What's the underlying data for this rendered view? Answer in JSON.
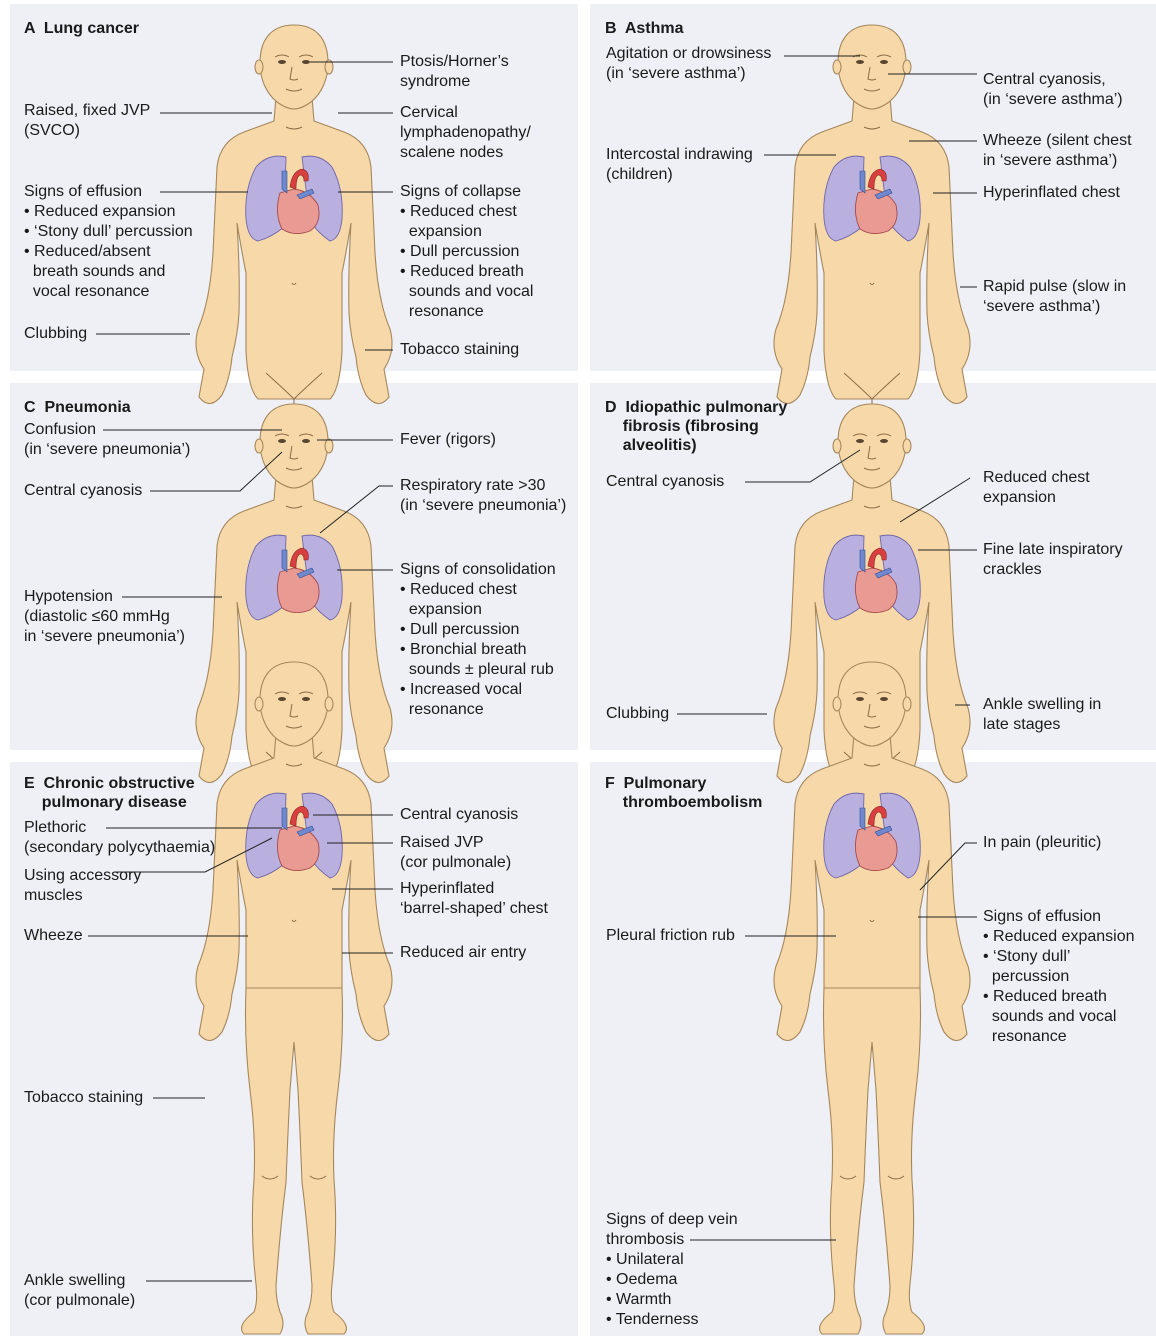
{
  "panels": [
    {
      "id": "A",
      "title": "A  Lung cancer",
      "labels": [
        {
          "name": "ptosis-horners",
          "text": "Ptosis/Horner’s\nsyndrome"
        },
        {
          "name": "raised-fixed-jvp",
          "text": "Raised, fixed JVP\n(SVCO)"
        },
        {
          "name": "cervical-lymphadenopathy",
          "text": "Cervical\nlymphadenopathy/\nscalene nodes"
        },
        {
          "name": "signs-of-effusion",
          "text": "Signs of effusion\n• Reduced expansion\n• ‘Stony dull’ percussion\n• Reduced/absent\n  breath sounds and\n  vocal resonance"
        },
        {
          "name": "signs-of-collapse",
          "text": "Signs of collapse\n• Reduced chest\n  expansion\n• Dull percussion\n• Reduced breath\n  sounds and vocal\n  resonance"
        },
        {
          "name": "clubbing",
          "text": "Clubbing"
        },
        {
          "name": "tobacco-staining",
          "text": "Tobacco staining"
        }
      ]
    },
    {
      "id": "B",
      "title": "B  Asthma",
      "labels": [
        {
          "name": "agitation-drowsiness",
          "text": "Agitation or drowsiness\n(in ‘severe asthma’)"
        },
        {
          "name": "central-cyanosis",
          "text": "Central cyanosis,\n(in ‘severe asthma’)"
        },
        {
          "name": "wheeze",
          "text": "Wheeze (silent chest\nin ‘severe asthma’)"
        },
        {
          "name": "intercostal-indrawing",
          "text": "Intercostal indrawing\n(children)"
        },
        {
          "name": "hyperinflated-chest",
          "text": "Hyperinflated chest"
        },
        {
          "name": "rapid-pulse",
          "text": "Rapid pulse (slow in\n‘severe asthma’)"
        }
      ]
    },
    {
      "id": "C",
      "title": "C  Pneumonia",
      "labels": [
        {
          "name": "confusion",
          "text": "Confusion\n(in ‘severe pneumonia’)"
        },
        {
          "name": "fever",
          "text": "Fever (rigors)"
        },
        {
          "name": "central-cyanosis",
          "text": "Central cyanosis"
        },
        {
          "name": "respiratory-rate",
          "text": "Respiratory rate >30\n(in ‘severe pneumonia’)"
        },
        {
          "name": "signs-of-consolidation",
          "text": "Signs of consolidation\n• Reduced chest\n  expansion\n• Dull percussion\n• Bronchial breath\n  sounds ± pleural rub\n• Increased vocal\n  resonance"
        },
        {
          "name": "hypotension",
          "text": "Hypotension\n(diastolic ≤60 mmHg\nin ‘severe pneumonia’)"
        }
      ]
    },
    {
      "id": "D",
      "title": "D  Idiopathic pulmonary\n    fibrosis (fibrosing\n    alveolitis)",
      "labels": [
        {
          "name": "central-cyanosis",
          "text": "Central cyanosis"
        },
        {
          "name": "reduced-chest-expansion",
          "text": "Reduced chest\nexpansion"
        },
        {
          "name": "fine-late-crackles",
          "text": "Fine late inspiratory\ncrackles"
        },
        {
          "name": "clubbing",
          "text": "Clubbing"
        },
        {
          "name": "ankle-swelling",
          "text": "Ankle swelling in\nlate stages"
        }
      ]
    },
    {
      "id": "E",
      "title": "E  Chronic obstructive\n    pulmonary disease",
      "labels": [
        {
          "name": "central-cyanosis",
          "text": "Central cyanosis"
        },
        {
          "name": "plethoric",
          "text": "Plethoric\n(secondary polycythaemia)"
        },
        {
          "name": "raised-jvp",
          "text": "Raised JVP\n(cor pulmonale)"
        },
        {
          "name": "accessory-muscles",
          "text": "Using accessory\nmuscles"
        },
        {
          "name": "hyperinflated-chest",
          "text": "Hyperinflated\n‘barrel-shaped’ chest"
        },
        {
          "name": "wheeze",
          "text": "Wheeze"
        },
        {
          "name": "reduced-air-entry",
          "text": "Reduced air entry"
        },
        {
          "name": "tobacco-staining",
          "text": "Tobacco staining"
        },
        {
          "name": "ankle-swelling",
          "text": "Ankle swelling\n(cor pulmonale)"
        }
      ]
    },
    {
      "id": "F",
      "title": "F  Pulmonary\n    thromboembolism",
      "labels": [
        {
          "name": "in-pain",
          "text": "In pain (pleuritic)"
        },
        {
          "name": "signs-of-effusion",
          "text": "Signs of effusion\n• Reduced expansion\n• ‘Stony dull’\n  percussion\n• Reduced breath\n  sounds and vocal\n  resonance"
        },
        {
          "name": "pleural-friction-rub",
          "text": "Pleural friction rub"
        },
        {
          "name": "dvt-signs",
          "text": "Signs of deep vein\nthrombosis\n• Unilateral\n• Oedema\n• Warmth\n• Tenderness"
        }
      ]
    }
  ]
}
